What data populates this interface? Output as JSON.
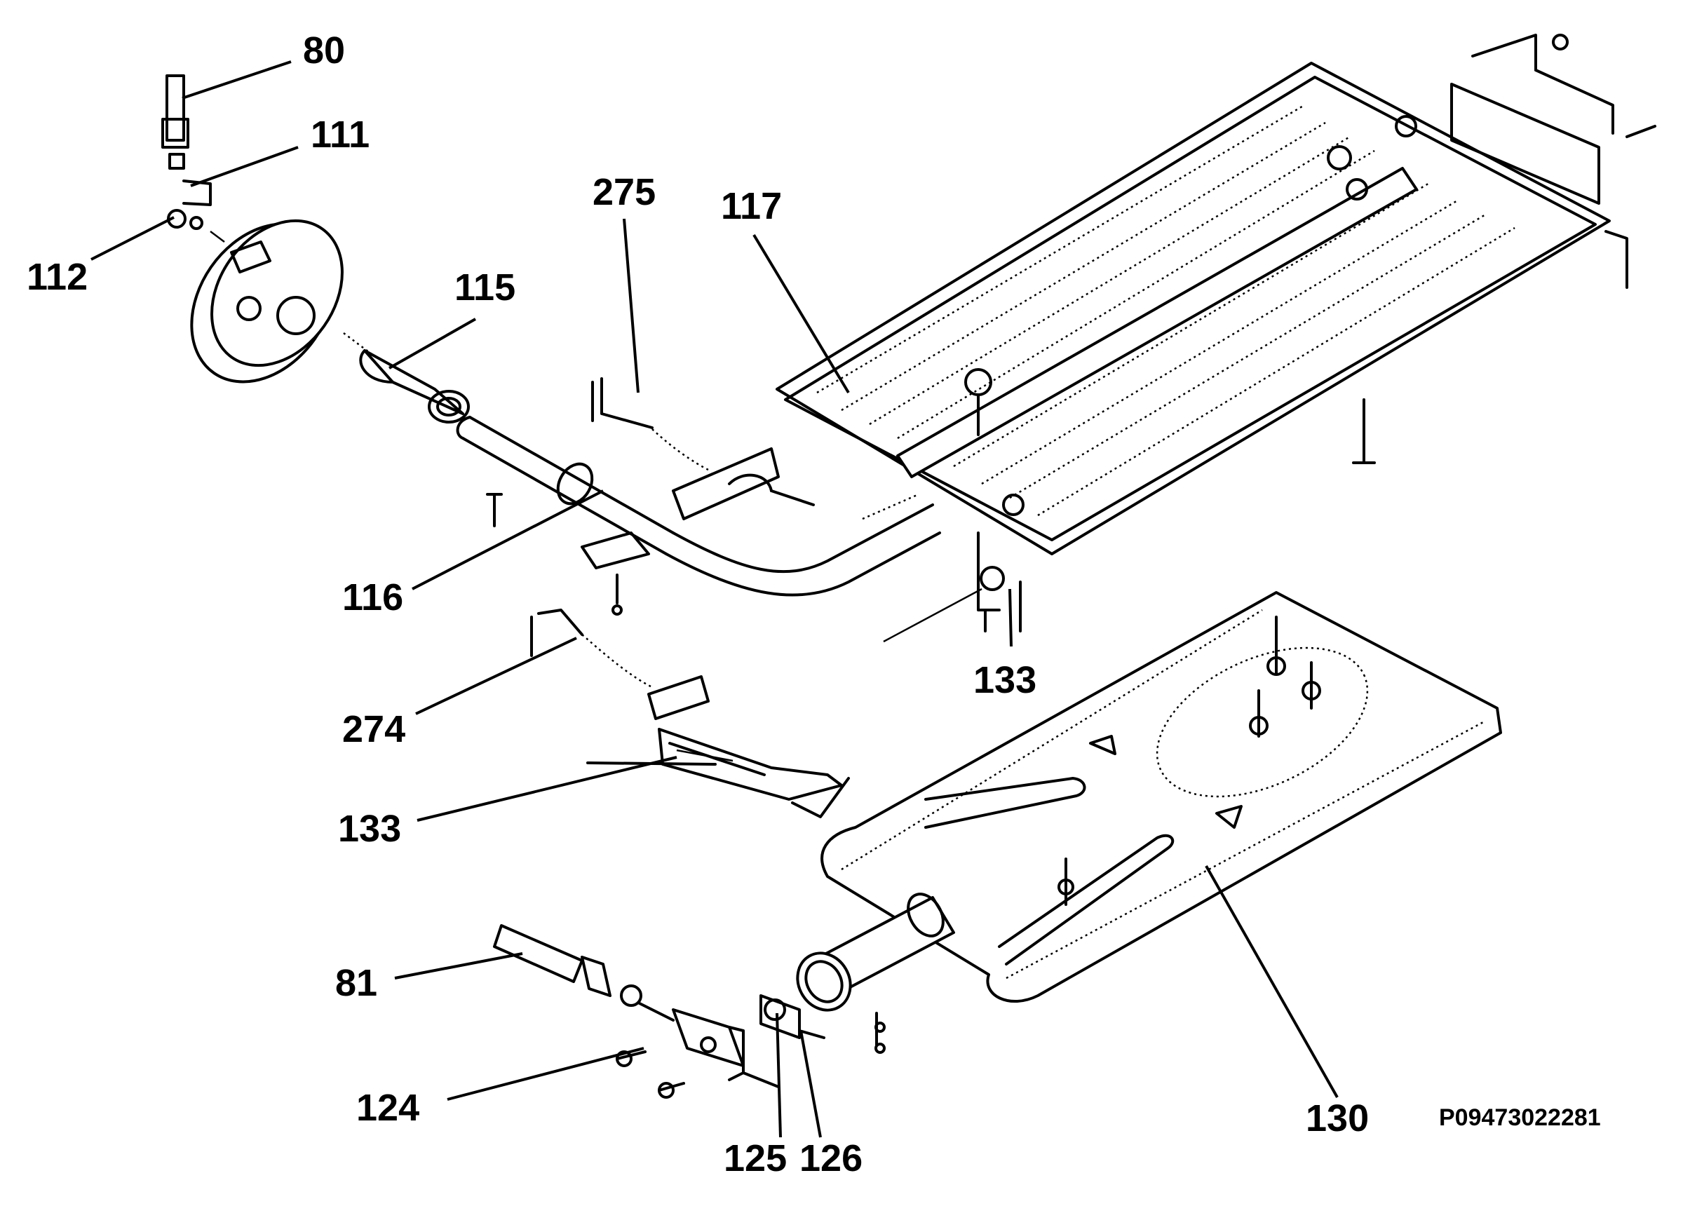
{
  "diagram": {
    "part_labels": {
      "p80": "80",
      "p111": "111",
      "p112": "112",
      "p115": "115",
      "p275": "275",
      "p117": "117",
      "p116": "116",
      "p133a": "133",
      "p274": "274",
      "p133b": "133",
      "p81": "81",
      "p124": "124",
      "p125": "125",
      "p126": "126",
      "p130": "130"
    },
    "reference_code": "P09473022281"
  }
}
